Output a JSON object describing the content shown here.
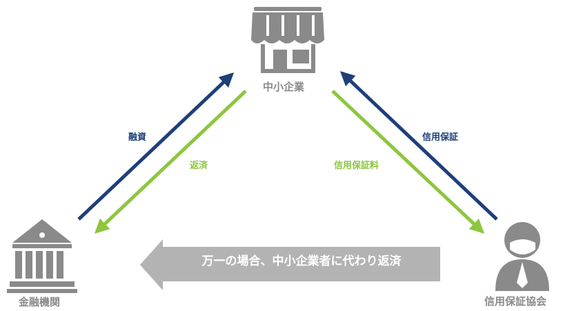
{
  "colors": {
    "icon_gray": "#8a8a8a",
    "financing_blue": "#1e3f7a",
    "repayment_green": "#8dc63f",
    "banner_gray": "#b3b3b3"
  },
  "nodes": {
    "sme": {
      "label": "中小企業",
      "icon": "storefront-icon"
    },
    "bank": {
      "label": "金融機関",
      "icon": "bank-building-icon"
    },
    "guarantor": {
      "label": "信用保証協会",
      "icon": "person-icon"
    }
  },
  "flows": {
    "financing": "融資",
    "repayment": "返済",
    "credit_guarantee": "信用保証",
    "guarantee_fee": "信用保証料"
  },
  "banner": {
    "text": "万一の場合、中小企業者に代わり返済"
  }
}
